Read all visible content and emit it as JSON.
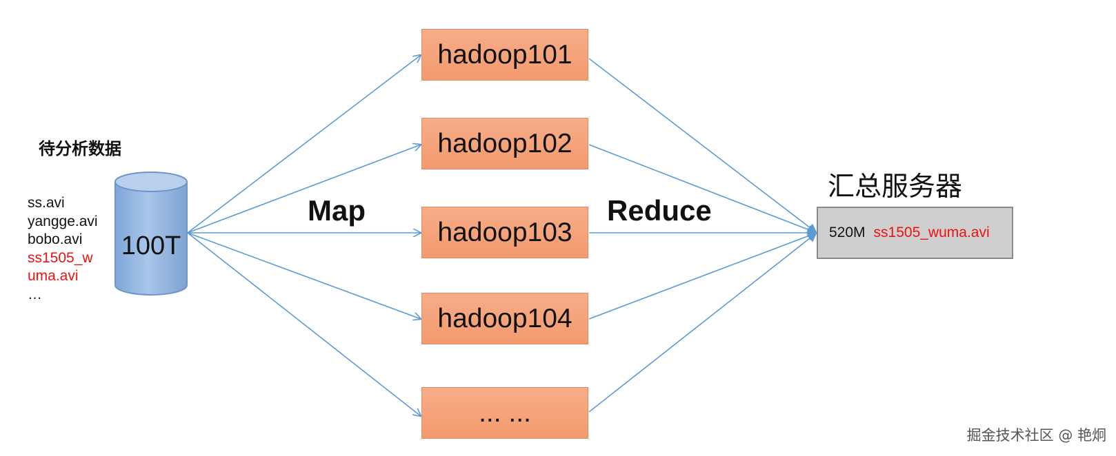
{
  "source": {
    "title": "待分析数据",
    "files": [
      {
        "text": "ss.avi",
        "highlight": false
      },
      {
        "text": "yangge.avi",
        "highlight": false
      },
      {
        "text": "bobo.avi",
        "highlight": false
      },
      {
        "text": "ss1505_w",
        "highlight": true
      },
      {
        "text": "uma.avi",
        "highlight": true
      },
      {
        "text": "…",
        "highlight": false
      }
    ],
    "storage_label": "100T"
  },
  "stages": {
    "map": "Map",
    "reduce": "Reduce"
  },
  "nodes": [
    "hadoop101",
    "hadoop102",
    "hadoop103",
    "hadoop104",
    "... ..."
  ],
  "server": {
    "title": "汇总服务器",
    "size": "520M",
    "file": "ss1505_wuma.avi"
  },
  "watermark": "掘金技术社区 @ 艳炯",
  "colors": {
    "node_fill": "#f39a6f",
    "arrow": "#5b9bd5",
    "highlight_text": "#ee1111",
    "server_fill": "#cfcfcf",
    "cylinder_fill": "#8fb4e0"
  }
}
